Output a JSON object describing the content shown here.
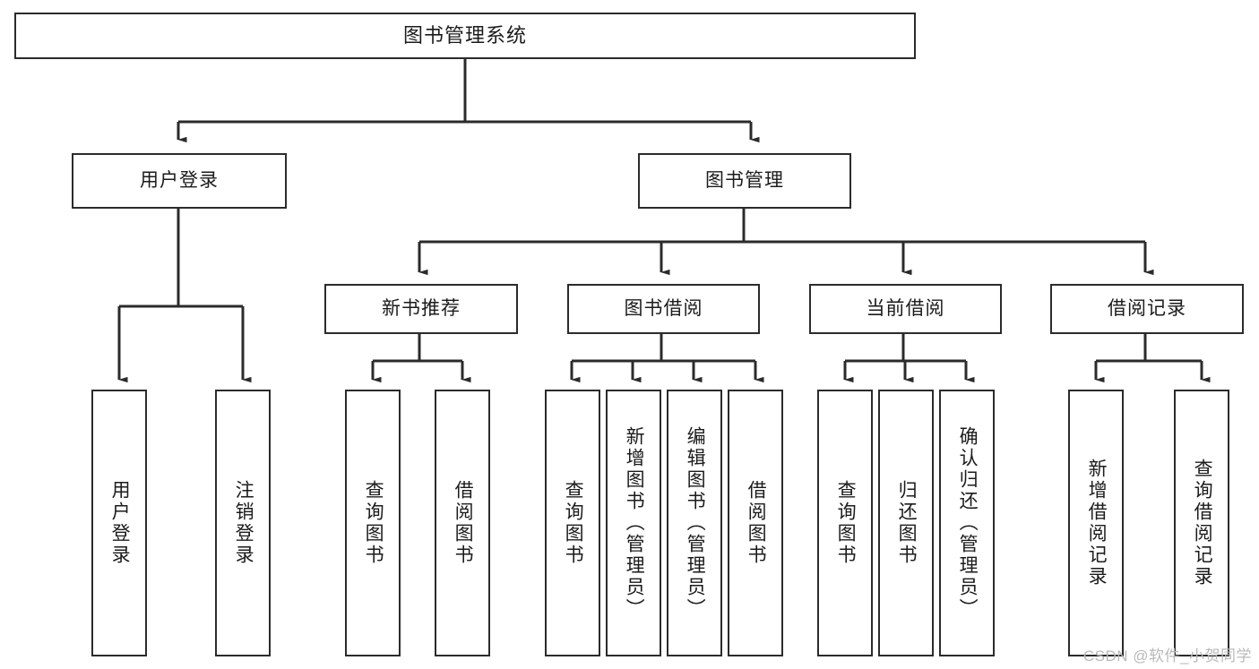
{
  "diagram": {
    "title": "图书管理系统",
    "type": "tree-hierarchy-diagram",
    "colors": {
      "box_border": "#2b2b2b",
      "box_fill": "#ffffff",
      "line": "#2b2b2b",
      "text": "#1b1b1b",
      "watermark": "#b9b9b9",
      "background": "#ffffff"
    }
  },
  "root": {
    "label": "图书管理系统"
  },
  "level1": [
    {
      "label": "用户登录"
    },
    {
      "label": "图书管理"
    }
  ],
  "level2": [
    {
      "label": "新书推荐"
    },
    {
      "label": "图书借阅"
    },
    {
      "label": "当前借阅"
    },
    {
      "label": "借阅记录"
    }
  ],
  "leaves": {
    "user_login": [
      {
        "label": "用户登录"
      },
      {
        "label": "注销登录"
      }
    ],
    "new_book_recommend": [
      {
        "label": "查询图书"
      },
      {
        "label": "借阅图书"
      }
    ],
    "book_borrow": [
      {
        "label": "查询图书"
      },
      {
        "label": "新增图书（管理员）"
      },
      {
        "label": "编辑图书（管理员）"
      },
      {
        "label": "借阅图书"
      }
    ],
    "current_borrow": [
      {
        "label": "查询图书"
      },
      {
        "label": "归还图书"
      },
      {
        "label": "确认归还（管理员）"
      }
    ],
    "borrow_records": [
      {
        "label": "新增借阅记录"
      },
      {
        "label": "查询借阅记录"
      }
    ]
  },
  "watermark": {
    "text": "CSDN @软件_小贺同学"
  }
}
